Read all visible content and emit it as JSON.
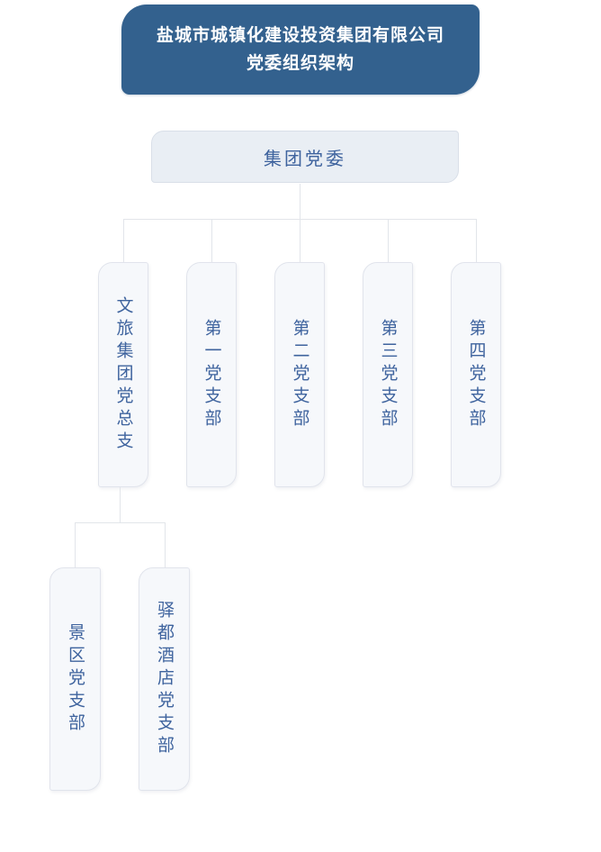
{
  "header": {
    "title_line1": "盐城市城镇化建设投资集团有限公司",
    "title_line2": "党委组织架构"
  },
  "chart": {
    "type": "org-chart",
    "root": {
      "label": "集团党委"
    },
    "branches": [
      {
        "label": "文旅集团党总支",
        "children": [
          {
            "label": "景区党支部"
          },
          {
            "label": "驿都酒店党支部"
          }
        ]
      },
      {
        "label": "第一党支部",
        "children": []
      },
      {
        "label": "第二党支部",
        "children": []
      },
      {
        "label": "第三党支部",
        "children": []
      },
      {
        "label": "第四党支部",
        "children": []
      }
    ]
  },
  "colors": {
    "header_bg": "#33618e",
    "header_text": "#ffffff",
    "root_fill": "#e9eef4",
    "root_border": "#d9dfe8",
    "node_fill": "#f6f8fb",
    "node_border": "#e1e4ec",
    "node_text": "#3e639e",
    "connector_line": "#e2e5ea",
    "page_background": "#ffffff"
  }
}
